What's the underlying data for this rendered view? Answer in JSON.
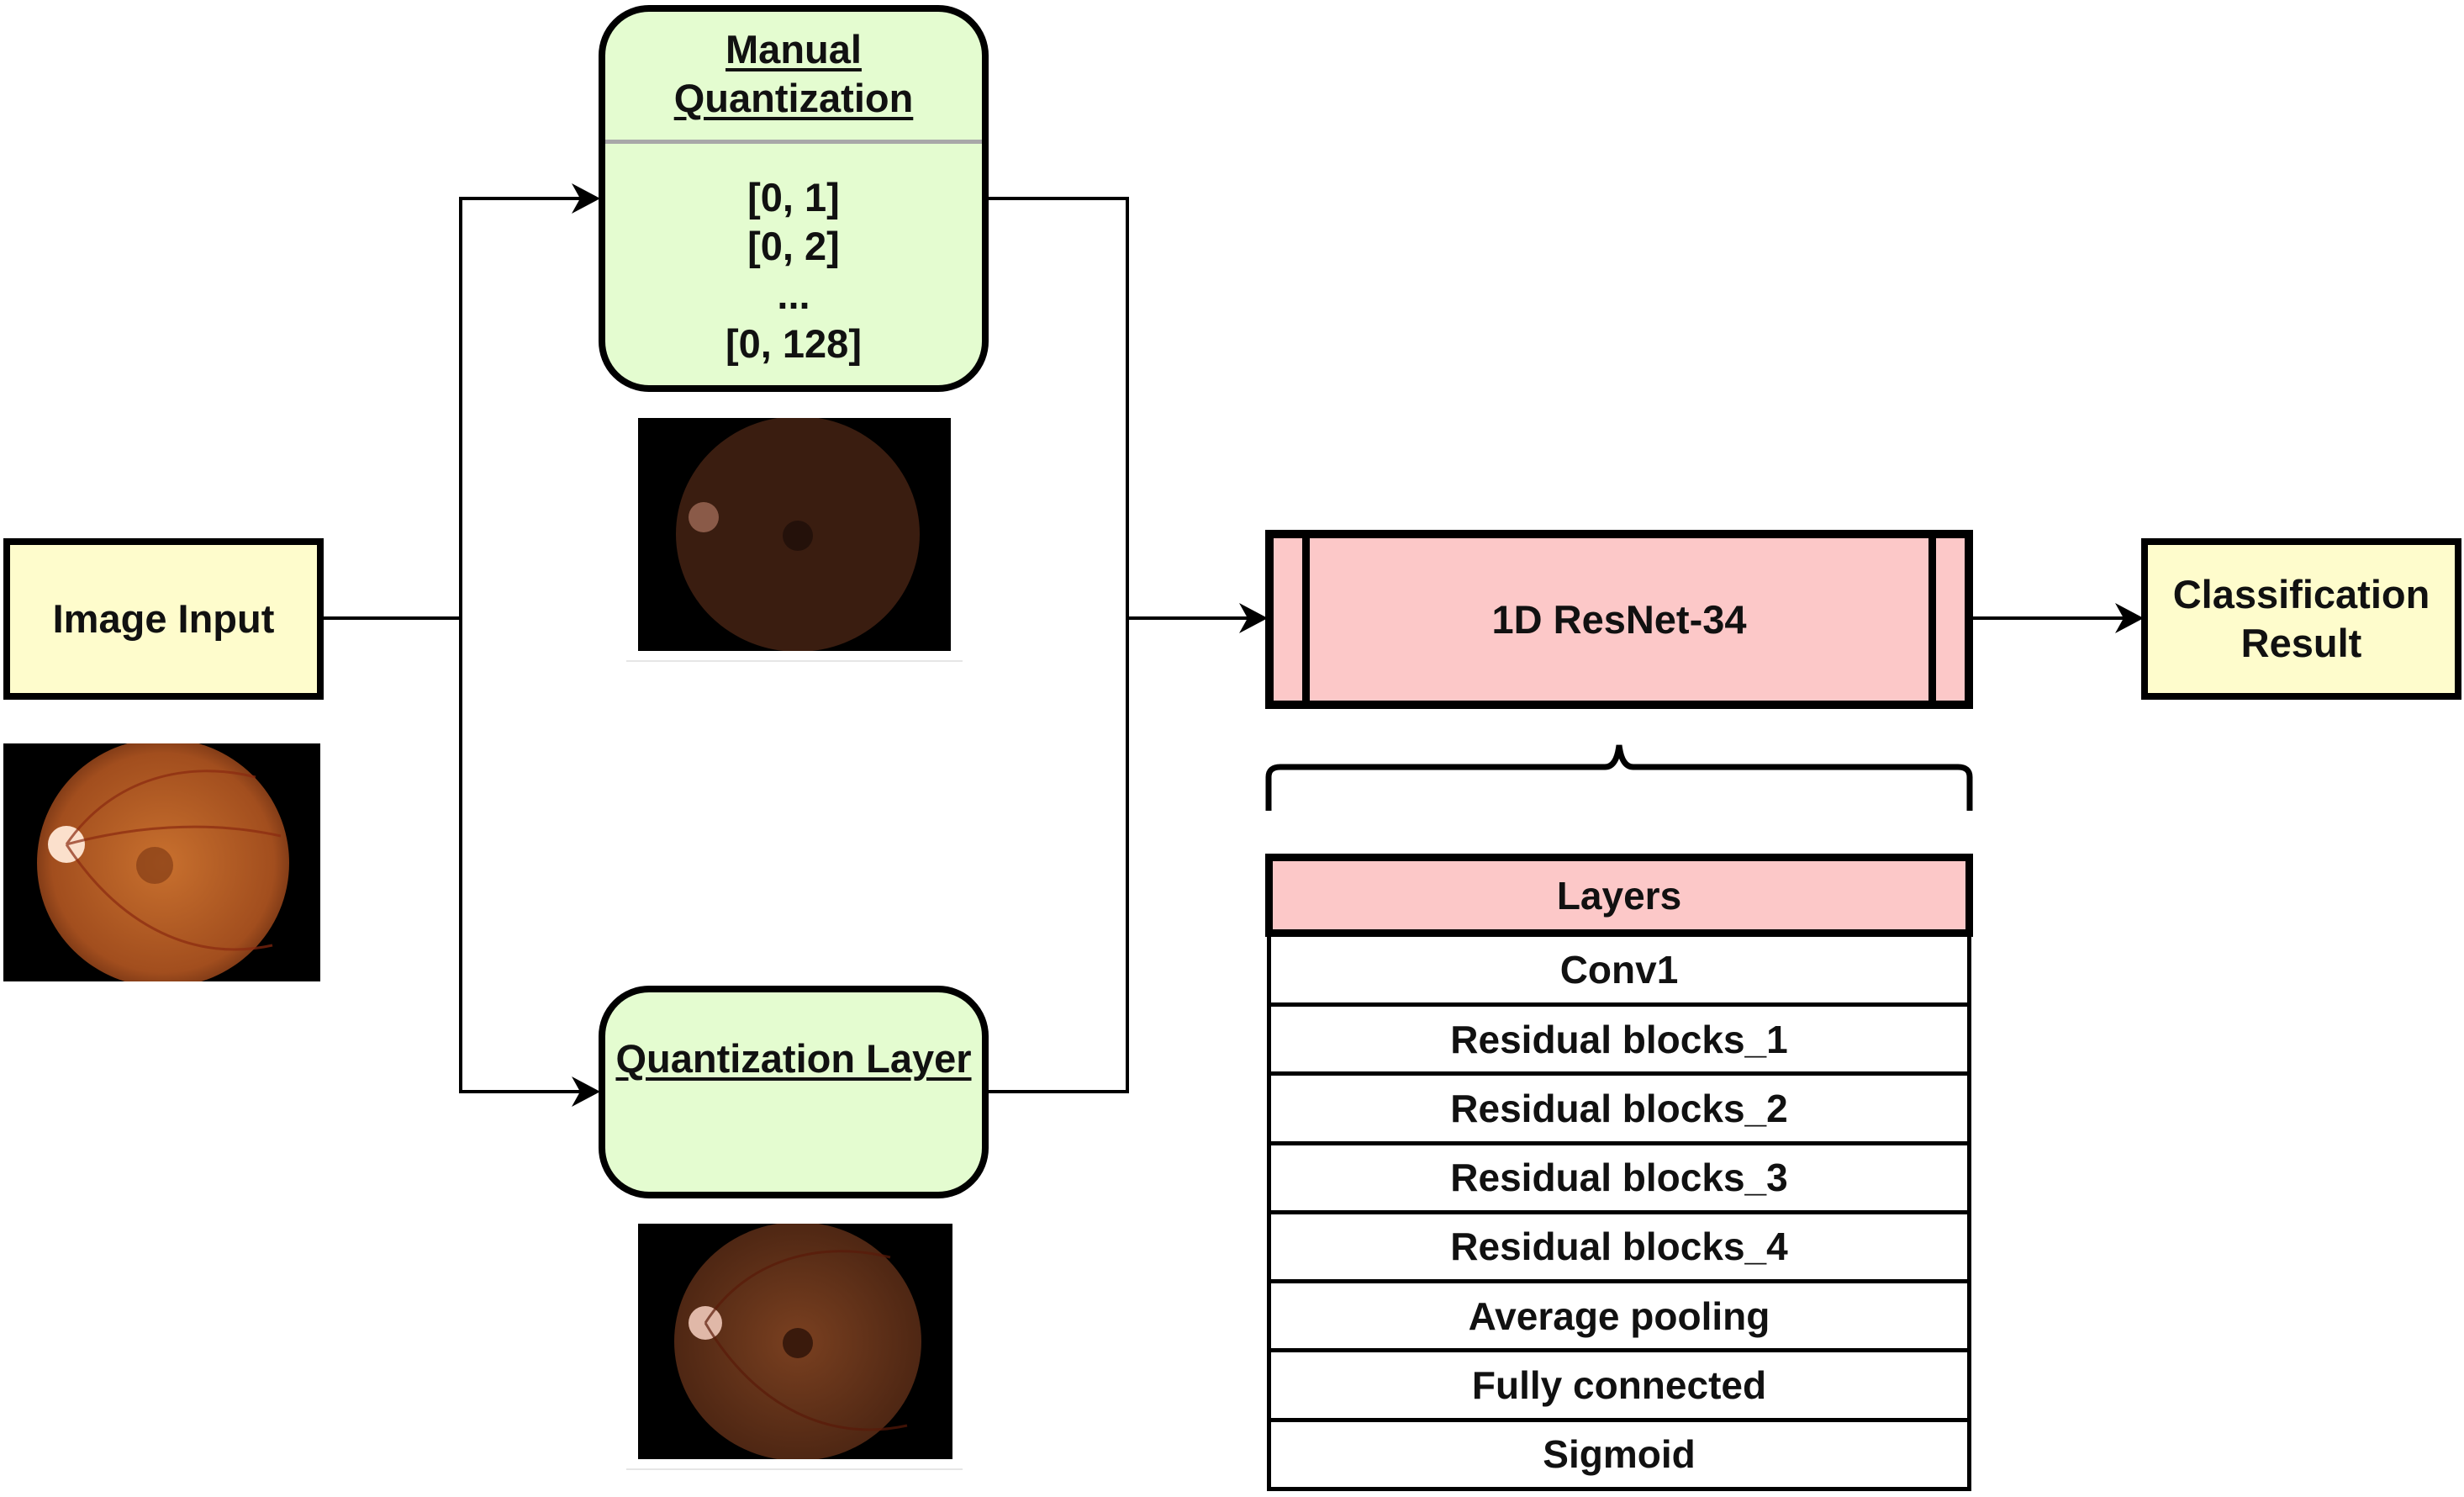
{
  "diagram": {
    "input": {
      "label": "Image Input"
    },
    "manual_quantization": {
      "title": "Manual Quantization",
      "ranges": [
        "[0, 1]",
        "[0, 2]",
        "...",
        "[0, 128]"
      ]
    },
    "quantization_layer": {
      "title": "Quantization Layer"
    },
    "model": {
      "label": "1D ResNet-34"
    },
    "output": {
      "label": "Classification Result"
    },
    "layers_table": {
      "header": "Layers",
      "rows": [
        "Conv1",
        "Residual blocks_1",
        "Residual blocks_2",
        "Residual blocks_3",
        "Residual blocks_4",
        "Average pooling",
        "Fully connected",
        "Sigmoid"
      ]
    },
    "images": [
      {
        "name": "original-fundus",
        "brightness": "normal"
      },
      {
        "name": "manual-quantized-fundus",
        "brightness": "dark"
      },
      {
        "name": "layer-quantized-fundus",
        "brightness": "medium"
      }
    ],
    "colors": {
      "io_box": "#fefccc",
      "quant_box": "#e4fcd0",
      "model_box": "#fcc8c8",
      "stroke": "#000000"
    }
  }
}
